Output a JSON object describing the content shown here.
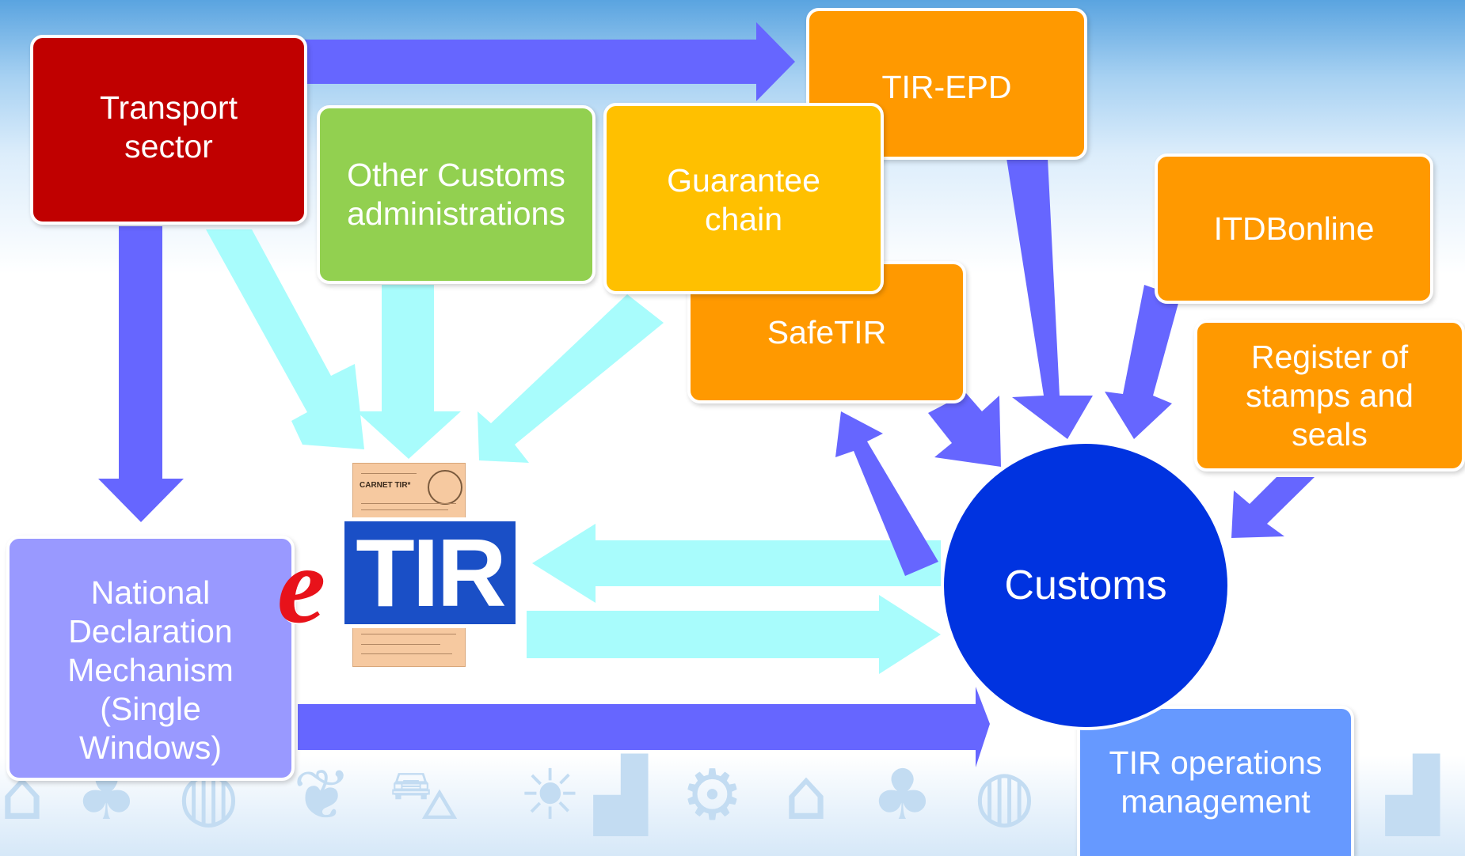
{
  "nodes": {
    "transport_sector": "Transport\nsector",
    "other_customs": "Other Customs\nadministrations",
    "guarantee_chain": "Guarantee\nchain",
    "tir_epd": "TIR-EPD",
    "safetir": "SafeTIR",
    "itdbonline": "ITDBonline",
    "register": "Register of\nstamps and\nseals",
    "ndm": "National\nDeclaration\nMechanism\n(Single\nWindows)",
    "customs": "Customs",
    "tir_ops": "TIR operations\nmanagement"
  },
  "logo": {
    "e": "e",
    "tir": "TIR",
    "carnet_title": "CARNET TIR*"
  },
  "colors": {
    "transport": "#c00000",
    "other_customs": "#92d050",
    "guarantee": "#ffc000",
    "orange": "#ff9900",
    "ndm": "#9999ff",
    "customs": "#0033e0",
    "tir_ops": "#6699ff",
    "arrow_dark": "#6666ff",
    "arrow_light": "#a8fcfc",
    "etir_red": "#e8121a",
    "etir_blue": "#1a4fc6"
  },
  "icons": [
    "house-icon",
    "tree-icon",
    "globe-icon",
    "leaf-icon",
    "car-icon",
    "lightbulb-icon",
    "chart-icon",
    "brain-gear-icon",
    "house-icon",
    "tree-icon",
    "globe-icon",
    "chart-icon"
  ]
}
